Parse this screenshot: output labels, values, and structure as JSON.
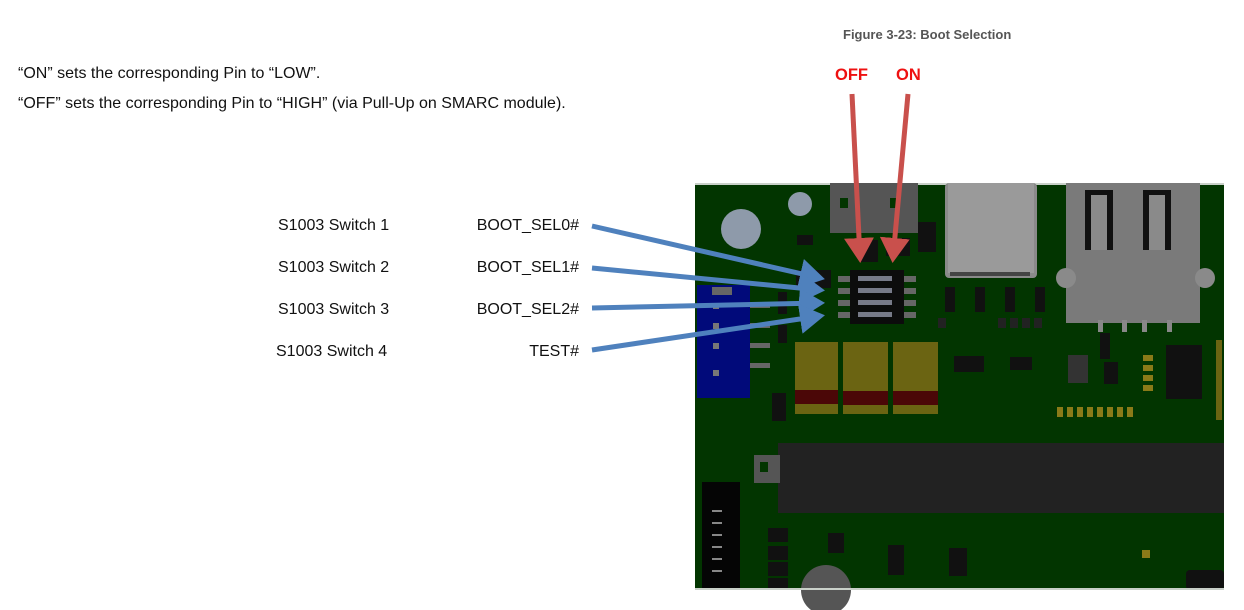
{
  "document": {
    "paragraphs": [
      "“ON” sets the corresponding Pin to “LOW”.",
      "“OFF” sets the corresponding Pin to “HIGH” (via Pull-Up on SMARC module)."
    ]
  },
  "figure": {
    "caption": "Figure 3-23: Boot Selection",
    "switch_states": [
      "OFF",
      "ON"
    ],
    "state_arrow_color": "#c9504c",
    "signal_arrow_color": "#4f81bd",
    "switches": [
      {
        "switch": "S1003 Switch 1",
        "signal": "BOOT_SEL0#"
      },
      {
        "switch": "S1003 Switch 2",
        "signal": "BOOT_SEL1#"
      },
      {
        "switch": "S1003 Switch 3",
        "signal": "BOOT_SEL2#"
      },
      {
        "switch": "S1003 Switch 4",
        "signal": "TEST#"
      }
    ],
    "image": "pcb-board-render"
  }
}
